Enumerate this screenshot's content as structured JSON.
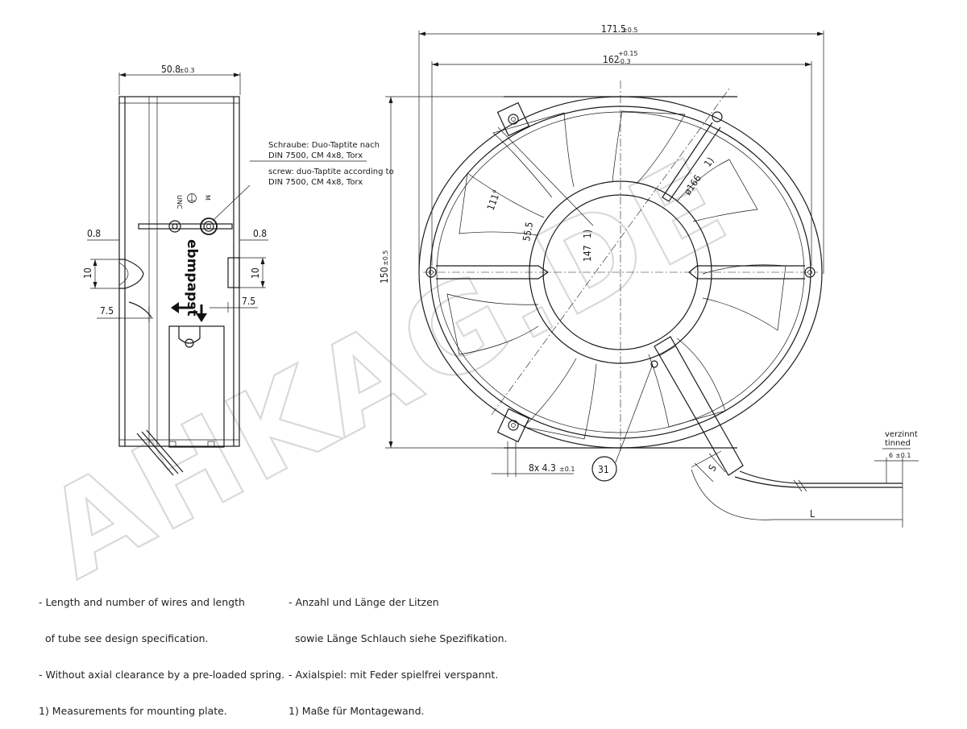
{
  "side_view": {
    "width_dim": "50.8",
    "width_tol": "±0.3",
    "left_gap": "0.8",
    "right_gap": "0.8",
    "left_height": "10",
    "right_height": "10",
    "left_offset": "7.5",
    "right_offset": "7.5",
    "brand": "ebmpapst",
    "unc_label": "UNC",
    "m_label": "M"
  },
  "screw_note": {
    "de_line1": "Schraube: Duo-Taptite nach",
    "de_line2": "DIN 7500, CM 4x8, Torx",
    "en_line1": "screw: duo-Taptite according to",
    "en_line2": "DIN 7500, CM 4x8, Torx"
  },
  "front_view": {
    "overall_width": "171.5",
    "overall_width_tol": "±0.5",
    "hole_spacing": "162",
    "hole_spacing_tol_upper": "+0.15",
    "hole_spacing_tol_lower": "-0.3",
    "height": "150",
    "height_tol": "±0.5",
    "diameter": "ø166",
    "diameter_note": "1)",
    "dim_147": "147",
    "dim_147_note": "1)",
    "dim_111": "111°",
    "dim_55": "55.5",
    "holes": "8x 4.3",
    "holes_tol": "±0.1",
    "callout": "31",
    "dim_s": "S",
    "dim_l": "L"
  },
  "wire": {
    "verzinnt": "verzinnt",
    "tinned": "tinned",
    "strip": "6",
    "strip_tol": "±0.1"
  },
  "watermark": "AHKAG.DE",
  "notes_en": [
    "- Length and number of wires and length",
    "  of tube see design specification.",
    "- Without axial clearance by a pre-loaded spring.",
    "1) Measurements for mounting plate."
  ],
  "notes_de": [
    "- Anzahl und Länge der Litzen",
    "  sowie Länge Schlauch siehe Spezifikation.",
    "- Axialspiel: mit Feder spielfrei verspannt.",
    "1) Maße für Montagewand."
  ]
}
